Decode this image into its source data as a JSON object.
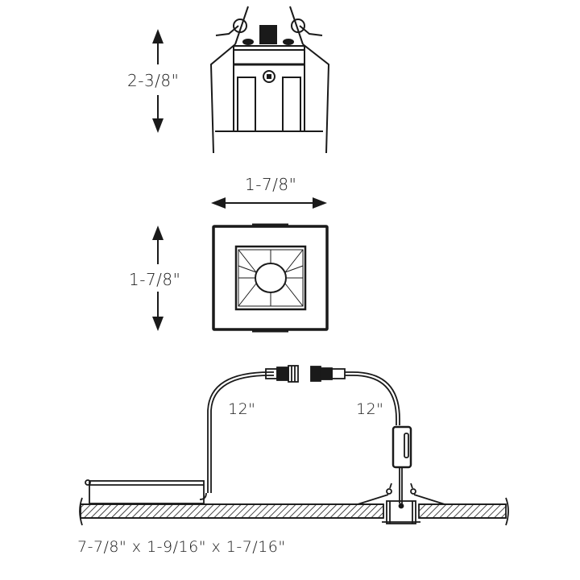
{
  "diagram": {
    "type": "technical-product-drawing",
    "subject": "square recessed LED downlight with remote driver",
    "colors": {
      "line": "#1a1a1a",
      "background": "#ffffff",
      "hatch": "#1a1a1a"
    }
  },
  "side_view": {
    "height_label": "2-3/8\"",
    "parts": [
      "spring-clips",
      "mounting-wire-frame",
      "housing",
      "center-screw",
      "top-connector"
    ]
  },
  "front_view": {
    "width_label": "1-7/8\"",
    "height_label": "1-7/8\"",
    "parts": [
      "square-trim",
      "inner-reflector",
      "lens"
    ]
  },
  "installation_view": {
    "cable_left_label": "12\"",
    "cable_right_label": "12\"",
    "junction_box_dimensions": "7-7/8\" x 1-9/16\" x 1-7/16\"",
    "parts": [
      "junction-box",
      "ceiling-section",
      "quick-connector-male",
      "quick-connector-female",
      "inline-driver",
      "recessed-fixture"
    ]
  }
}
